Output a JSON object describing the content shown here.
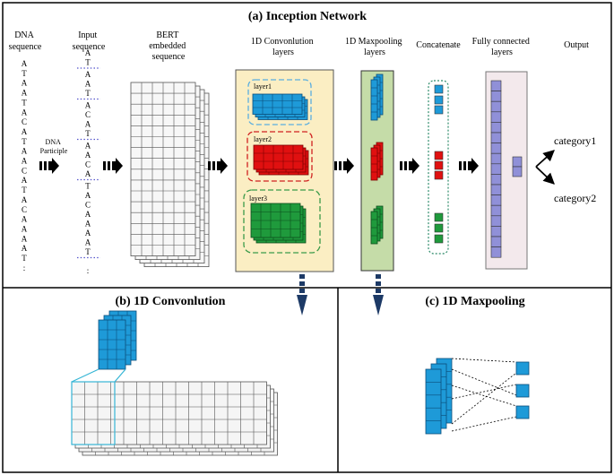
{
  "panel_a": {
    "title": "(a) Inception Network",
    "col_dna": [
      "DNA",
      "sequence"
    ],
    "col_input": [
      "Input",
      "sequence"
    ],
    "col_bert": [
      "BERT",
      "embedded",
      "sequence"
    ],
    "col_conv": [
      "1D Convonlution",
      "layers"
    ],
    "col_pool": [
      "1D Maxpooling",
      "layers"
    ],
    "col_concat": [
      "Concatenate"
    ],
    "col_fc": [
      "Fully connected",
      "layers"
    ],
    "col_output": [
      "Output"
    ],
    "dna_letters": [
      "A",
      "T",
      "A",
      "A",
      "T",
      "A",
      "C",
      "A",
      "T",
      "A",
      "A",
      "C",
      "A",
      "T",
      "A",
      "C",
      "A",
      "A",
      "A",
      "A",
      "T",
      ":"
    ],
    "input_groups": [
      [
        "A",
        "T"
      ],
      [
        "A",
        "A",
        "T"
      ],
      [
        "A",
        "C",
        "A",
        "T"
      ],
      [
        "A",
        "A",
        "C",
        "A"
      ],
      [
        "T",
        "A",
        "C",
        "A",
        "A",
        "A",
        "A",
        "T"
      ]
    ],
    "participle_label": [
      "DNA",
      "Participle"
    ],
    "layer_labels": [
      "layer1",
      "layer2",
      "layer3"
    ],
    "output_labels": [
      "category1",
      "category2"
    ],
    "colors": {
      "blue": "#1e9ad8",
      "red": "#e01010",
      "green": "#1f9a3c",
      "purple": "#9090d8",
      "conv_bg": "#fbeec3",
      "pool_bg": "#c5dca8",
      "fc_bg": "#f3e9ec",
      "arrow_navy": "#1d3a66"
    }
  },
  "panel_b": {
    "title": "(b) 1D Convonlution"
  },
  "panel_c": {
    "title": "(c) 1D Maxpooling"
  }
}
